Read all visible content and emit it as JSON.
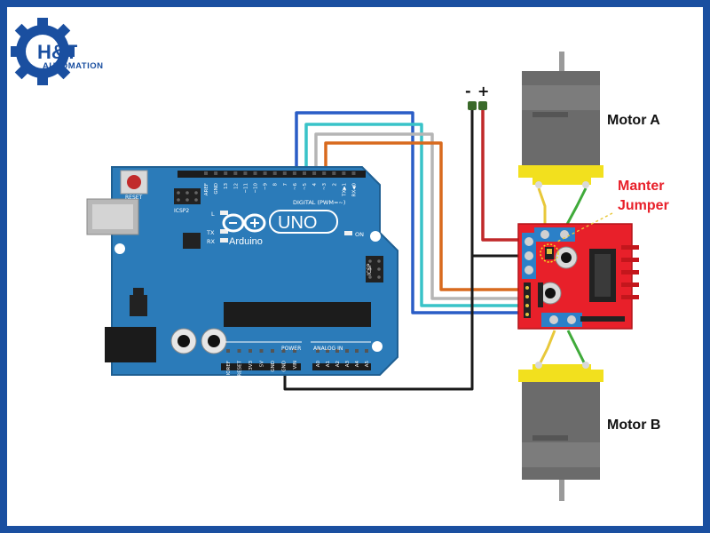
{
  "brand": {
    "name": "H&T",
    "subtitle": "AUTOMATION"
  },
  "labels": {
    "motor_a": "Motor A",
    "motor_b": "Motor B",
    "jumper_line1": "Manter",
    "jumper_line2": "Jumper",
    "supply_minus": "-",
    "supply_plus": "+"
  },
  "arduino": {
    "model": "UNO",
    "logo_text": "Arduino",
    "reset_label": "RESET",
    "icsp2_label": "ICSP2",
    "icsp_label": "ICSP",
    "led_l": "L",
    "led_tx": "TX",
    "led_rx": "RX",
    "on_label": "ON",
    "digital_label": "DIGITAL (PWM=~)",
    "power_label": "POWER",
    "analog_label": "ANALOG IN",
    "top_pins": [
      "AREF",
      "GND",
      "13",
      "12",
      "~11",
      "~10",
      "~9",
      "8",
      "7",
      "~6",
      "~5",
      "4",
      "~3",
      "2",
      "TX▶1",
      "RX◀0"
    ],
    "power_pins": [
      "IOREF",
      "RESET",
      "3V3",
      "5V",
      "GND",
      "GND",
      "VIN"
    ],
    "analog_pins": [
      "A0",
      "A1",
      "A2",
      "A3",
      "A4",
      "A5"
    ]
  },
  "colors": {
    "frame": "#1a4fa0",
    "board": "#2b7bb9",
    "driver": "#e8202a",
    "motor_gear": "#f2e01e",
    "wire_blue": "#2a5dc6",
    "wire_cyan": "#39c3c8",
    "wire_grey": "#b5b5b5",
    "wire_orange": "#d86a1e",
    "wire_red": "#c0282a",
    "wire_black": "#1a1a1a",
    "wire_yellow": "#e8c83a",
    "wire_green": "#3faa3a",
    "jumper_label": "#e8202a"
  }
}
